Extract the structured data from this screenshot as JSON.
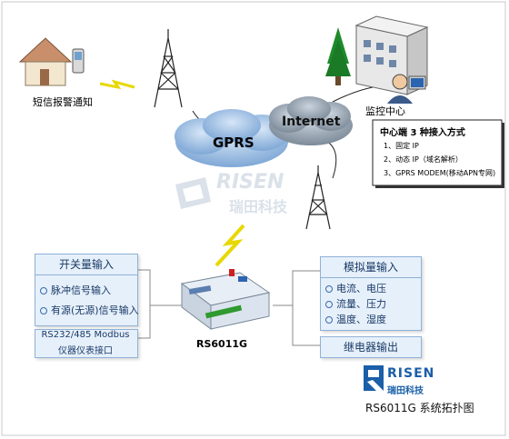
{
  "labels": {
    "sms_alarm": "短信报警通知",
    "monitor_center": "监控中心",
    "gprs": "GPRS",
    "internet": "Internet",
    "device": "RS6011G"
  },
  "access_methods": {
    "title": "中心端 3 种接入方式",
    "items": [
      "1、固定 IP",
      "2、动态 IP（域名解析）",
      "3、GPRS MODEM(移动APN专网)"
    ]
  },
  "left_panel": {
    "switch_input": "开关量输入",
    "switch_items": [
      "脉冲信号输入",
      "有源(无源)信号输入"
    ],
    "serial_line1": "RS232/485 Modbus",
    "serial_line2": "仪器仪表接口"
  },
  "right_panel": {
    "analog_input": "模拟量输入",
    "analog_items": [
      "电流、电压",
      "流量、压力",
      "温度、湿度"
    ],
    "relay_output": "继电器输出"
  },
  "watermark": {
    "en": "RISEN",
    "cn": "瑞田科技"
  },
  "logo": {
    "en": "RISEN",
    "cn": "瑞田科技"
  },
  "caption": "RS6011G 系统拓扑图",
  "colors": {
    "cloud": "#8fb6e0",
    "panel": "#e6f0fb",
    "border": "#8fb1d6",
    "tower": "#222222"
  }
}
